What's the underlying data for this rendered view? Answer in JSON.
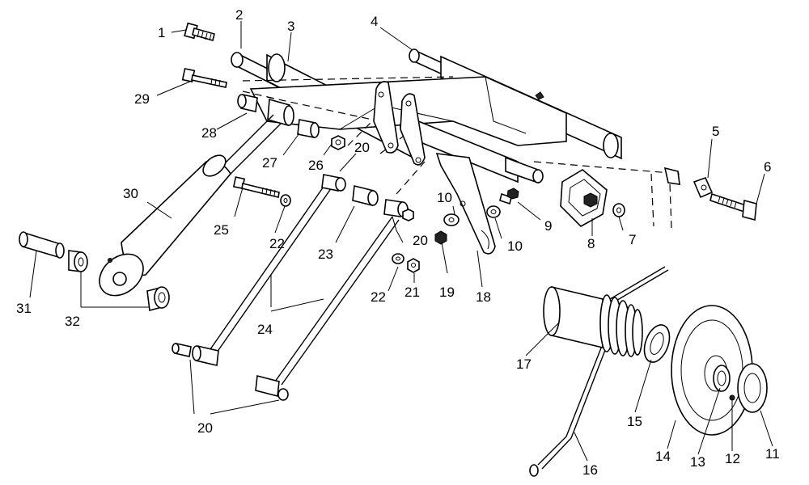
{
  "callouts": {
    "c1": "1",
    "c2": "2",
    "c3": "3",
    "c4": "4",
    "c5": "5",
    "c6": "6",
    "c7": "7",
    "c8": "8",
    "c9": "9",
    "c10a": "10",
    "c10b": "10",
    "c11": "11",
    "c12": "12",
    "c13": "13",
    "c14": "14",
    "c15": "15",
    "c16": "16",
    "c17": "17",
    "c18": "18",
    "c19": "19",
    "c20a": "20",
    "c20b": "20",
    "c20c": "20",
    "c21": "21",
    "c22a": "22",
    "c22b": "22",
    "c23": "23",
    "c24": "24",
    "c25": "25",
    "c26": "26",
    "c27": "27",
    "c28": "28",
    "c29": "29",
    "c30": "30",
    "c31": "31",
    "c32": "32"
  }
}
